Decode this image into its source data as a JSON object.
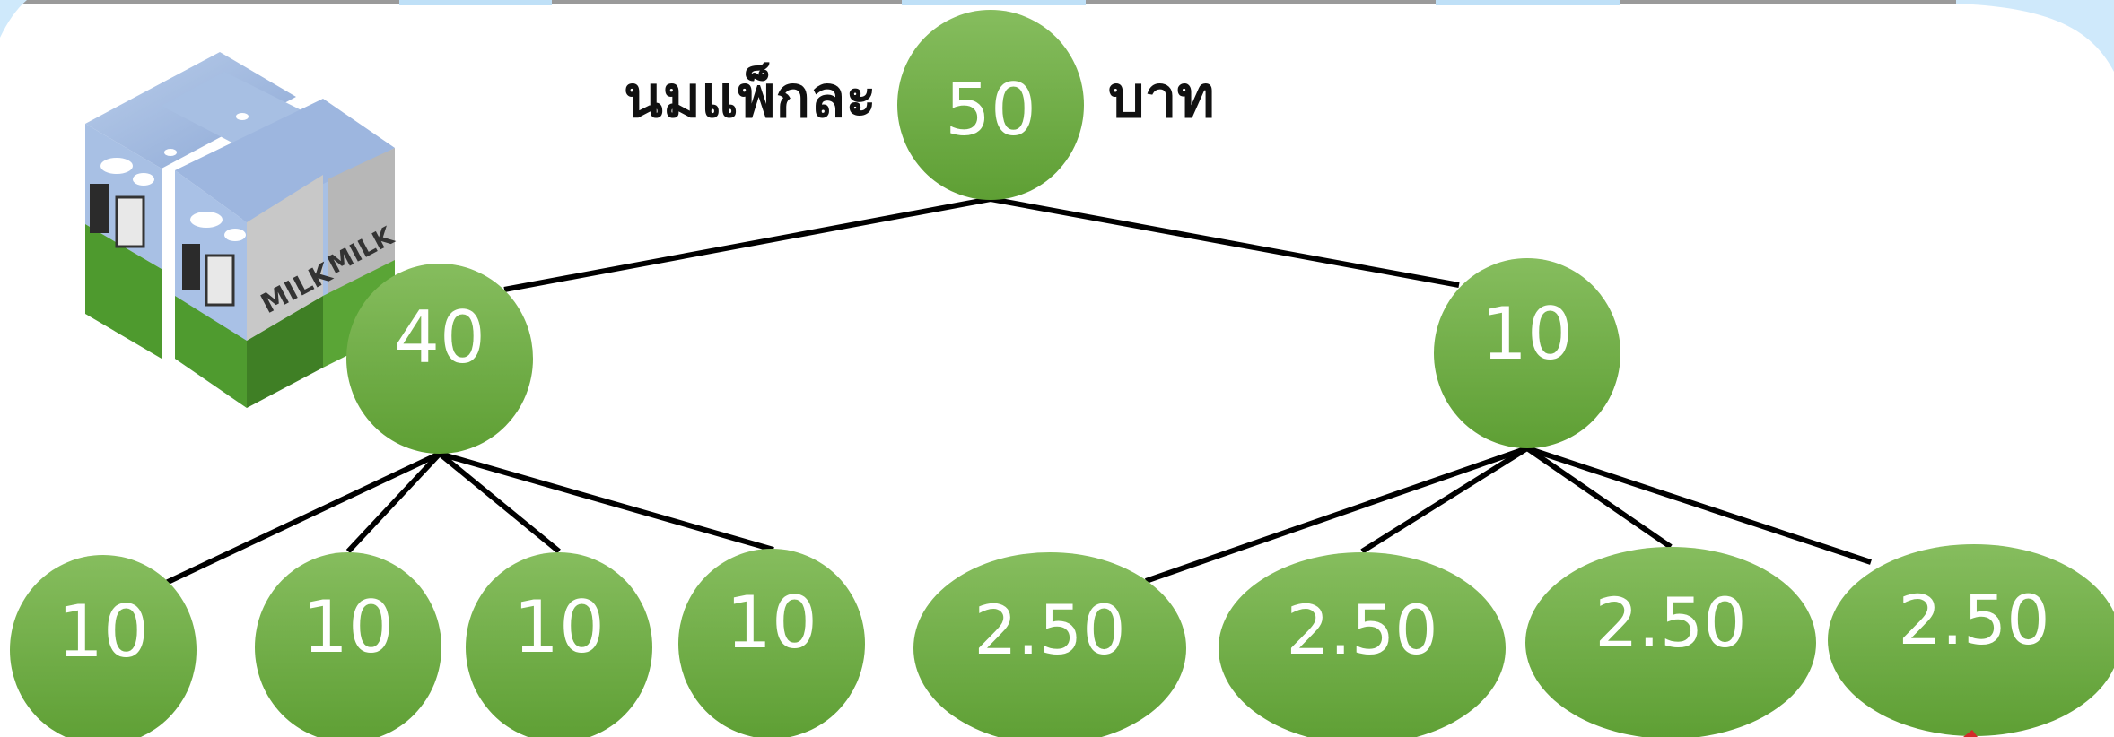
{
  "title": {
    "prefix": "นมแพ็กละ",
    "suffix": "บาท"
  },
  "tree": {
    "root": "50",
    "level1": [
      "40",
      "10"
    ],
    "level2_left": [
      "10",
      "10",
      "10",
      "10"
    ],
    "level2_right": [
      "2.50",
      "2.50",
      "2.50",
      "2.50"
    ]
  },
  "illustration": {
    "name": "milk-carton-pack-icon",
    "carton_label": "MILK"
  },
  "colors": {
    "node_fill_top": "#86bd5e",
    "node_fill_bottom": "#5e9f34",
    "edge": "#000000",
    "corner_accent": "#cfe9fb"
  }
}
